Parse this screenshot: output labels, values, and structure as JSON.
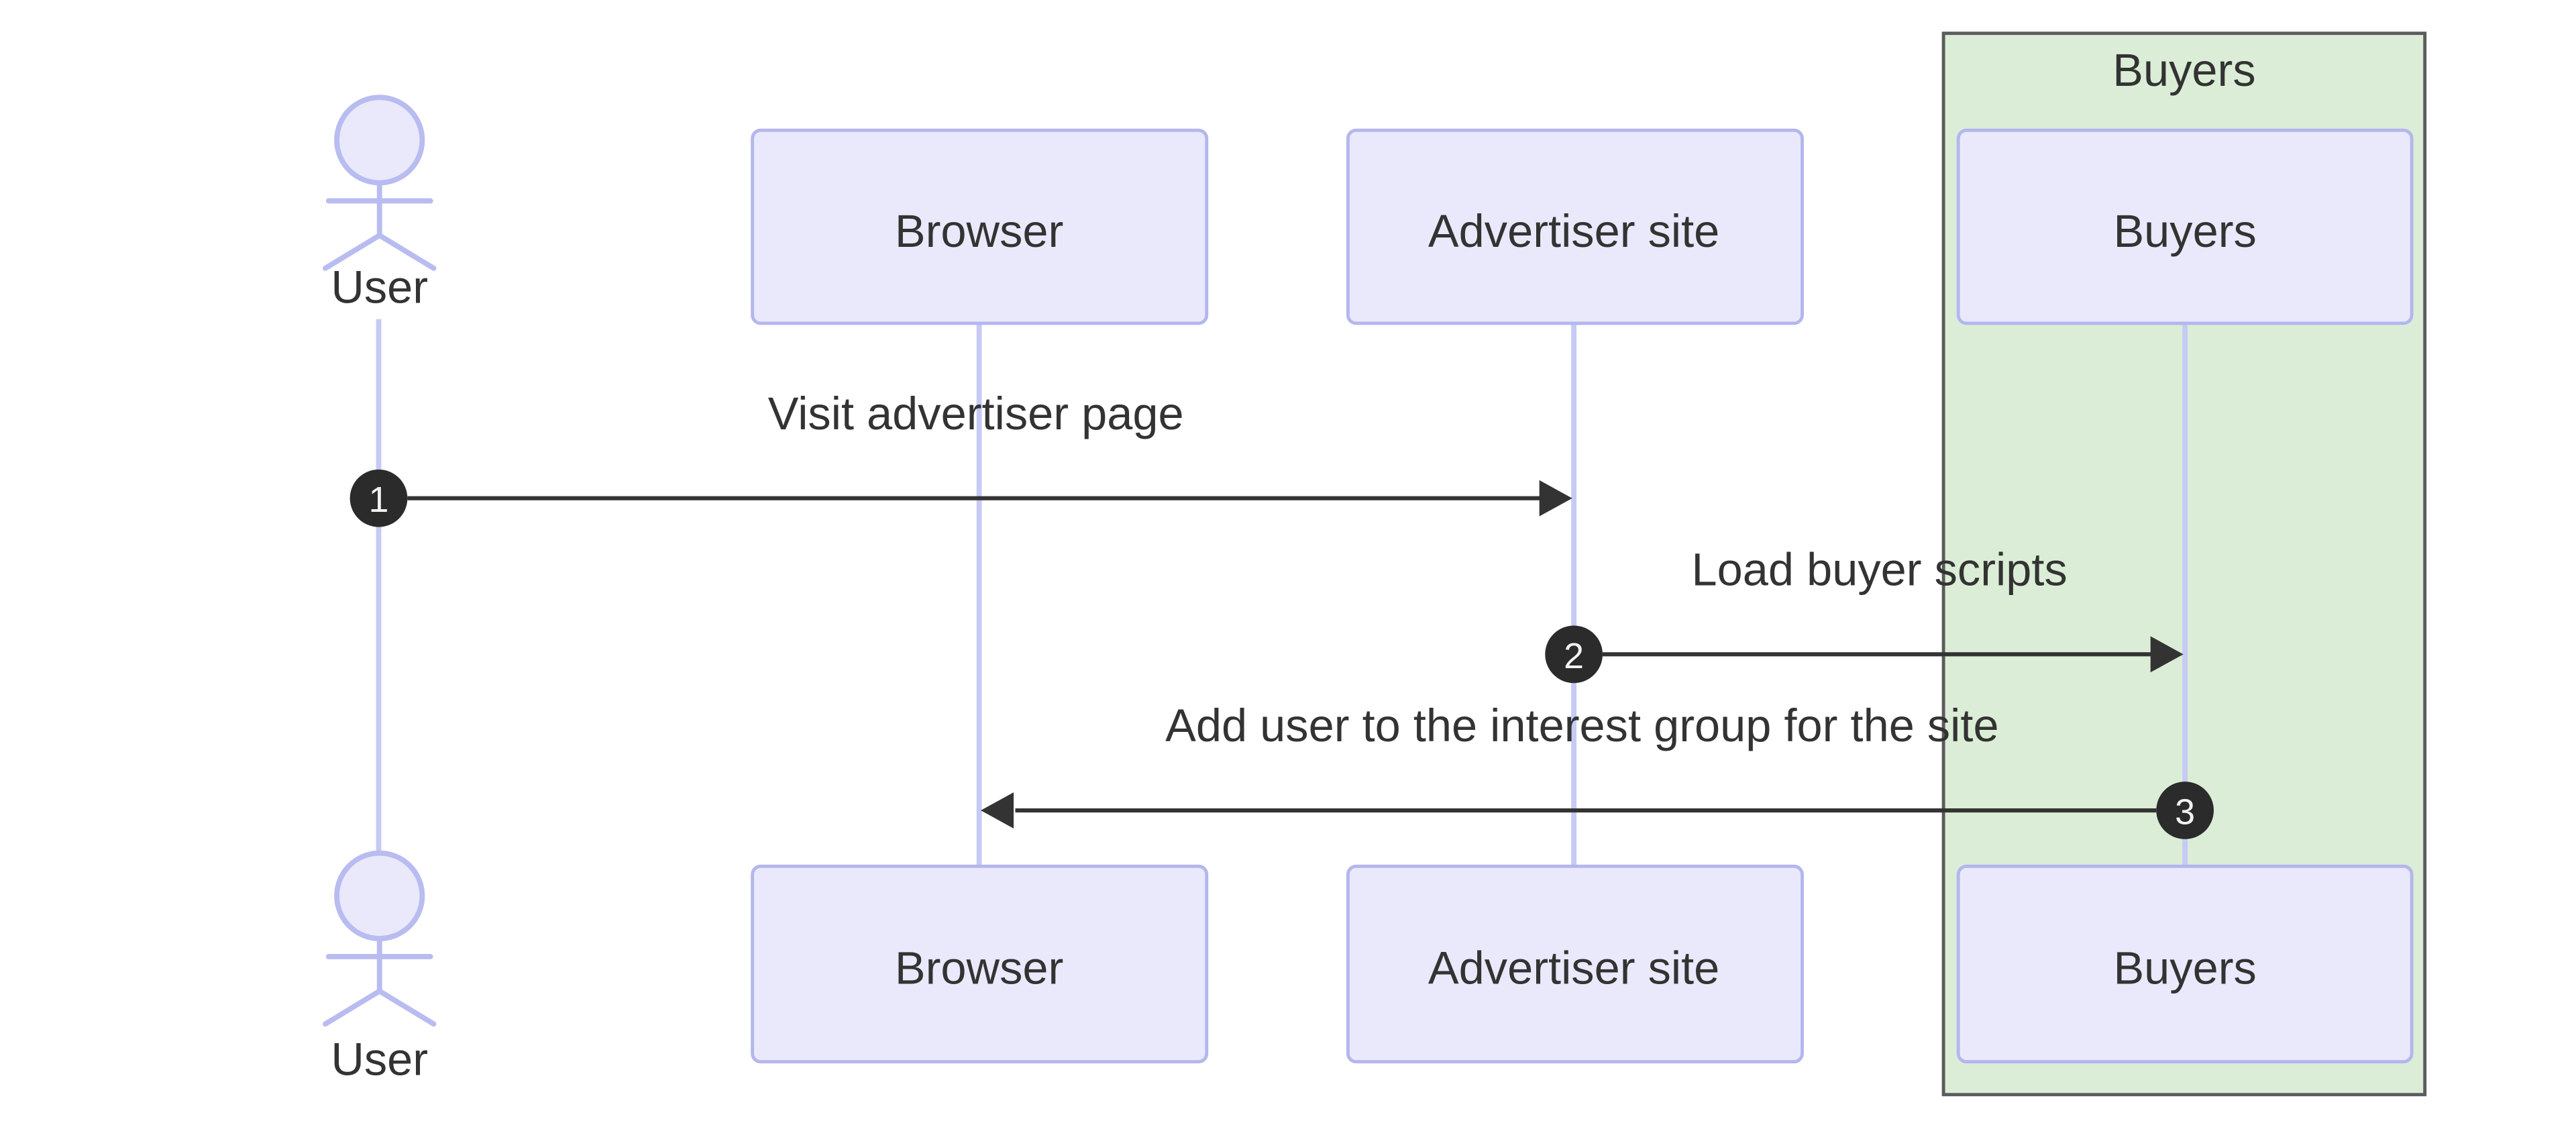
{
  "diagram": {
    "type": "sequence",
    "group": {
      "label": "Buyers"
    },
    "participants": {
      "user": {
        "label": "User",
        "kind": "actor"
      },
      "browser": {
        "label": "Browser",
        "kind": "participant"
      },
      "advertiser": {
        "label": "Advertiser site",
        "kind": "participant"
      },
      "buyers": {
        "label": "Buyers",
        "kind": "participant",
        "group": "Buyers"
      }
    },
    "messages": [
      {
        "number": "1",
        "from": "User",
        "to": "Advertiser site",
        "label": "Visit advertiser page"
      },
      {
        "number": "2",
        "from": "Advertiser site",
        "to": "Buyers",
        "label": "Load buyer scripts"
      },
      {
        "number": "3",
        "from": "Buyers",
        "to": "Browser",
        "label": "Add user to the interest group for the site"
      }
    ],
    "colors": {
      "participant_fill": "#e9e9fb",
      "participant_stroke": "#b4b6ee",
      "lifeline": "#c6caf4",
      "group_fill": "#dbedd6",
      "group_stroke": "#5c5c5c",
      "message_line": "#333333",
      "text": "#333333",
      "sequence_badge_fill": "#2b2b2b",
      "sequence_badge_text": "#f2f2f2"
    }
  }
}
